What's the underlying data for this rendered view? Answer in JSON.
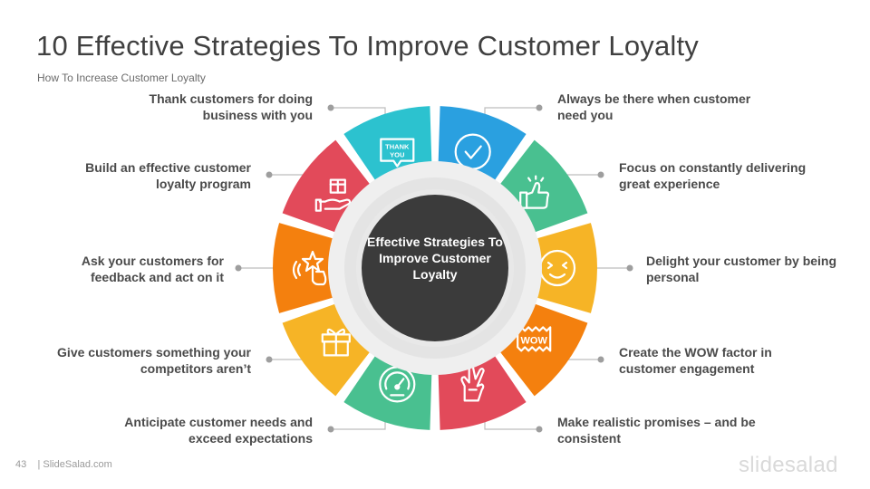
{
  "title": "10 Effective Strategies To Improve Customer Loyalty",
  "subtitle": "How To Increase  Customer Loyalty",
  "center_text": "Effective Strategies To Improve Customer Loyalty",
  "strategies": [
    {
      "label": "Always be there when customer need you",
      "color": "#2aa0e0",
      "icon": "check-circle-icon"
    },
    {
      "label": "Focus on constantly delivering great experience",
      "color": "#49c090",
      "icon": "thumbs-up-icon"
    },
    {
      "label": "Delight your customer by being personal",
      "color": "#f6b426",
      "icon": "smiley-face-icon"
    },
    {
      "label": "Create the WOW factor in customer engagement",
      "color": "#f4800e",
      "icon": "wow-badge-icon",
      "icon_text": "WOW"
    },
    {
      "label": "Make realistic promises – and be consistent",
      "color": "#e24a5a",
      "icon": "crossed-fingers-icon"
    },
    {
      "label": "Anticipate customer needs and exceed expectations",
      "color": "#49c090",
      "icon": "speedometer-icon"
    },
    {
      "label": "Give customers something your competitors aren’t",
      "color": "#f6b426",
      "icon": "gift-box-icon"
    },
    {
      "label": "Ask your customers for feedback and act on it",
      "color": "#f4800e",
      "icon": "star-tap-icon"
    },
    {
      "label": "Build an effective customer loyalty program",
      "color": "#e24a5a",
      "icon": "gift-in-hand-icon"
    },
    {
      "label": "Thank  customers for doing business with you",
      "color": "#2cc2cf",
      "icon": "thank-you-bubble-icon",
      "icon_text": "THANK YOU"
    }
  ],
  "footer": {
    "page_number": "43",
    "site": "| SlideSalad.com"
  },
  "brand": "slidesalad"
}
